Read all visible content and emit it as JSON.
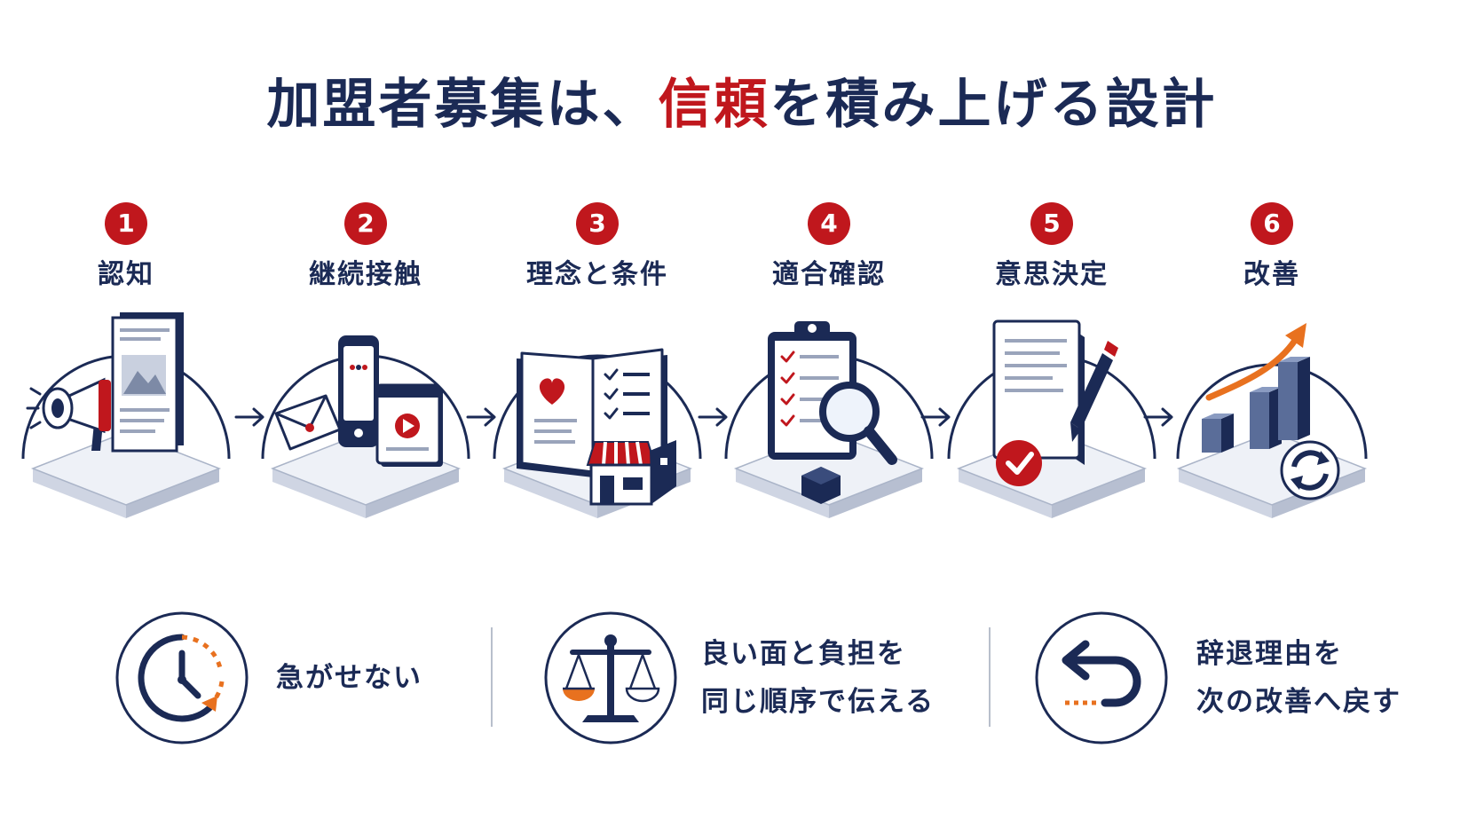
{
  "title": {
    "pre": "加盟者募集は、",
    "accent": "信頼",
    "post": "を積み上げる設計"
  },
  "steps": [
    {
      "number": "1",
      "label": "認知"
    },
    {
      "number": "2",
      "label": "継続接触"
    },
    {
      "number": "3",
      "label": "理念と条件"
    },
    {
      "number": "4",
      "label": "適合確認"
    },
    {
      "number": "5",
      "label": "意思決定"
    },
    {
      "number": "6",
      "label": "改善"
    }
  ],
  "principles": [
    {
      "icon": "clock-icon",
      "lines": [
        "急がせない"
      ]
    },
    {
      "icon": "scale-icon",
      "lines": [
        "良い面と負担を",
        "同じ順序で伝える"
      ]
    },
    {
      "icon": "return-arrow-icon",
      "lines": [
        "辞退理由を",
        "次の改善へ戻す"
      ]
    }
  ],
  "colors": {
    "navy": "#1b2a55",
    "red": "#c0171d",
    "orange": "#e8711f"
  }
}
